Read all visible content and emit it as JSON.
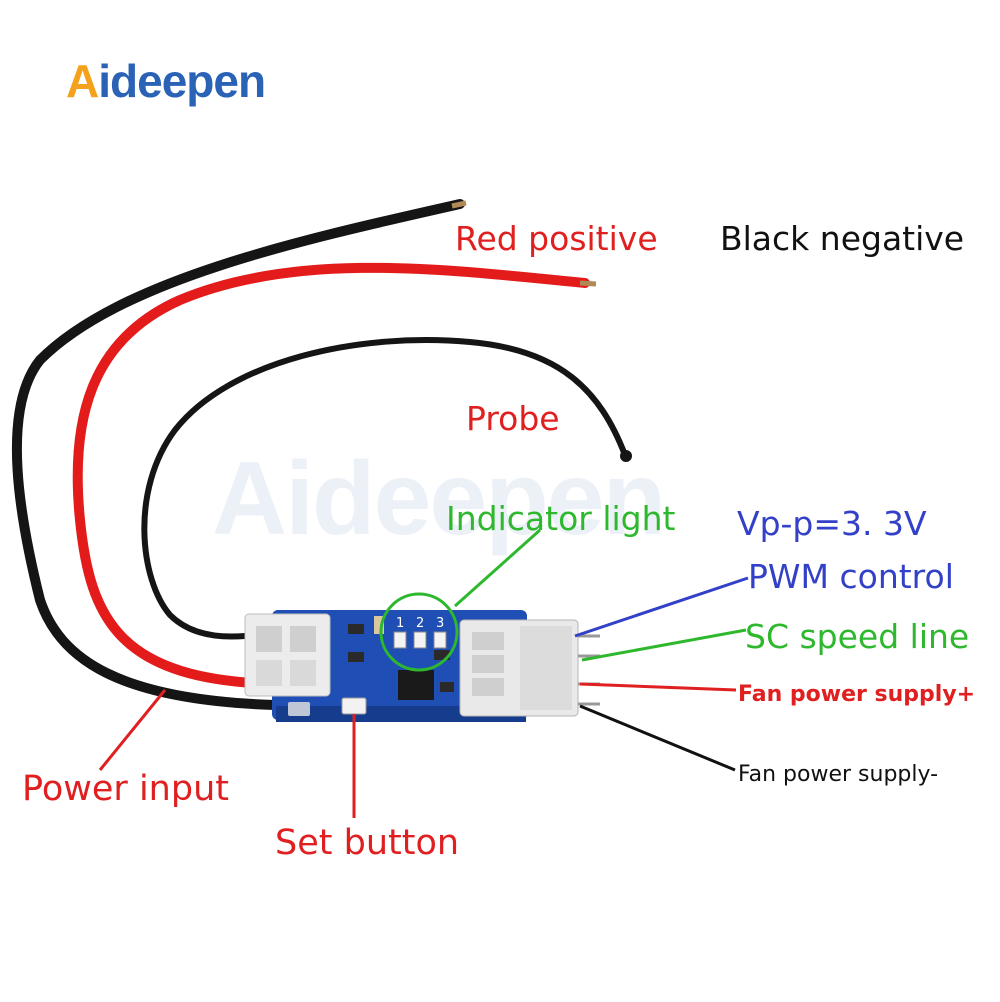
{
  "logo": {
    "text_a": "A",
    "text_rest": "ideepen",
    "accent_color": "#f4a21c",
    "brand_color": "#2a63b6"
  },
  "watermark": {
    "text": "Aideepen"
  },
  "labels": {
    "red_positive": "Red positive",
    "black_negative": "Black negative",
    "probe": "Probe",
    "indicator_light": "Indicator light",
    "vpp": "Vp-p=3. 3V",
    "pwm_control": "PWM control",
    "sc_speed_line": "SC speed line",
    "fan_power_plus": "Fan power supply+",
    "fan_power_minus": "Fan power supply-",
    "power_input": "Power input",
    "set_button": "Set button"
  },
  "board": {
    "led_numbers": [
      "1",
      "2",
      "3"
    ]
  },
  "colors": {
    "red": "#e02020",
    "green": "#2eb82e",
    "blue": "#3340c8",
    "black": "#111111",
    "pcb": "#1f4fb5"
  }
}
